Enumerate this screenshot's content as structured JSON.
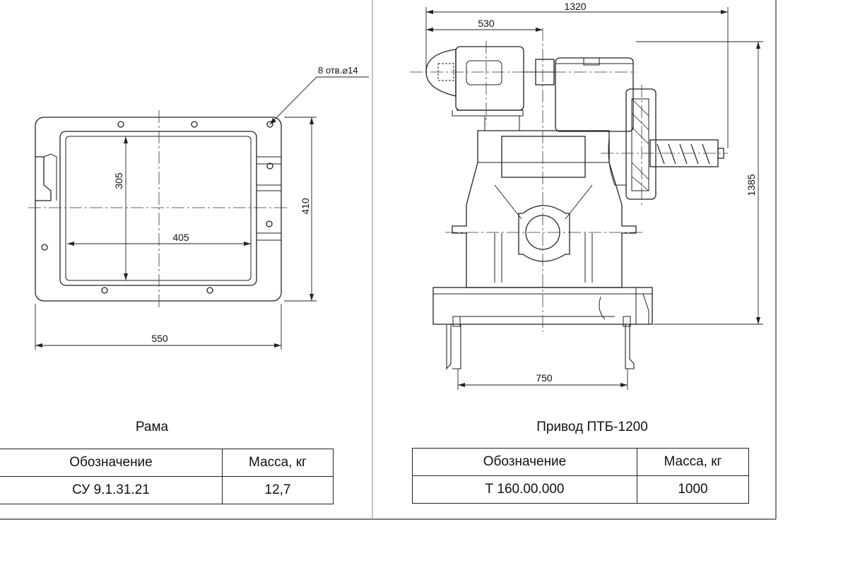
{
  "frame_view": {
    "title": "Рама",
    "dims": {
      "overall_width": "550",
      "inner_width": "405",
      "inner_height": "305",
      "overall_height": "410",
      "holes": "8 отв.⌀14"
    },
    "table": {
      "header_designation": "Обозначение",
      "header_mass": "Масса, кг",
      "designation": "СУ 9.1.31.21",
      "mass": "12,7"
    }
  },
  "drive_view": {
    "title": "Привод ПТБ-1200",
    "dims": {
      "overall_width": "1320",
      "motor_offset": "530",
      "height": "1385",
      "base_span": "750"
    },
    "table": {
      "header_designation": "Обозначение",
      "header_mass": "Масса, кг",
      "designation": "Т 160.00.000",
      "mass": "1000"
    }
  }
}
